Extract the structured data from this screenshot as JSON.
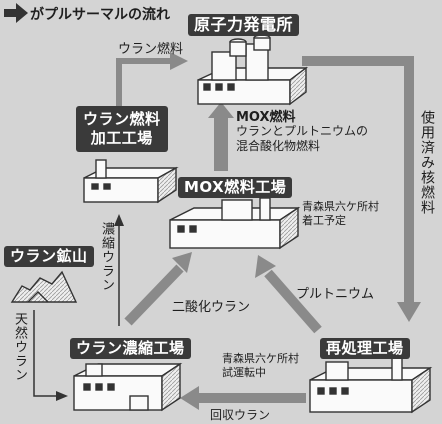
{
  "header": {
    "title": "がプルサーマルの流れ"
  },
  "nodes": {
    "nuclear_plant": "原子力発電所",
    "fuel_fab": [
      "ウラン燃料",
      "加工工場"
    ],
    "mox_plant": "MOX燃料工場",
    "uranium_mine": "ウラン鉱山",
    "enrichment_plant": "ウラン濃縮工場",
    "reprocessing_plant": "再処理工場"
  },
  "edges": {
    "uranium_fuel": "ウラン燃料",
    "mox_fuel": "MOX燃料",
    "spent_fuel": "使用済み核燃料",
    "enriched_uranium": "濃縮ウラン",
    "natural_uranium": "天然ウラン",
    "uranium_dioxide": "二酸化ウラン",
    "plutonium": "プルトニウム",
    "recovered_uranium": "回収ウラン"
  },
  "notes": {
    "mox_fuel_desc": [
      "ウランとプルトニウムの",
      "混合酸化物燃料"
    ],
    "mox_plant_loc": [
      "青森県六ケ所村",
      "着工予定"
    ],
    "reprocess_loc": [
      "青森県六ケ所村",
      "試運転中"
    ]
  },
  "colors": {
    "arrow": "#8a8a8a",
    "box": "#3a3a3a",
    "building": "#f6f6f6"
  }
}
